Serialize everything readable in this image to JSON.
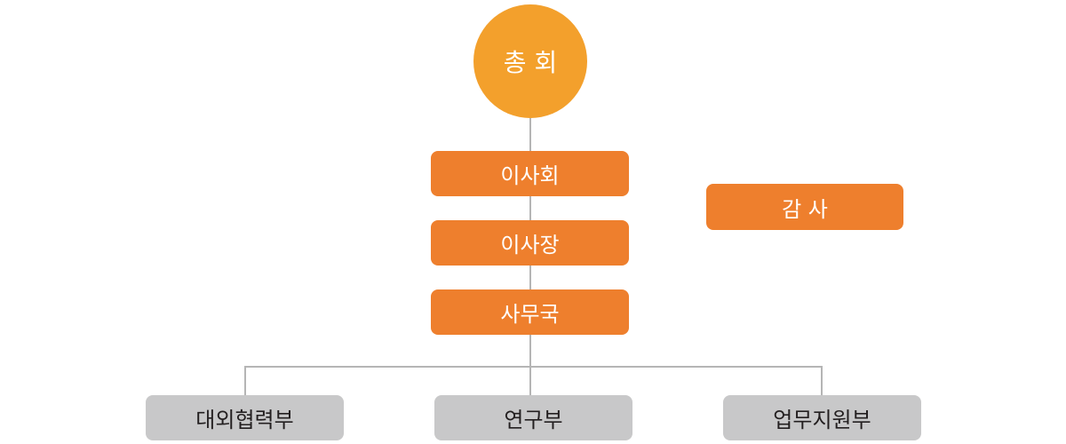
{
  "colors": {
    "circle": "#f3a02c",
    "orange_box": "#ee7f2d",
    "grey_box": "#c8c8c9",
    "connector": "#b5b5b5"
  },
  "top": {
    "label": "총 회"
  },
  "chain": [
    {
      "label": "이사회"
    },
    {
      "label": "이사장"
    },
    {
      "label": "사무국"
    }
  ],
  "side": {
    "label": "감 사"
  },
  "departments": [
    {
      "label": "대외협력부"
    },
    {
      "label": "연구부"
    },
    {
      "label": "업무지원부"
    }
  ]
}
